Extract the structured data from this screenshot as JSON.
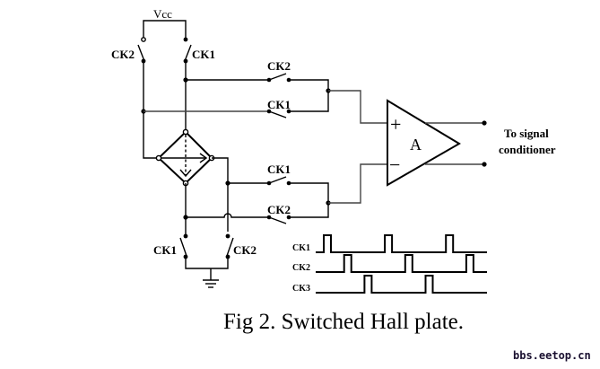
{
  "figure": {
    "caption": "Fig 2. Switched Hall plate.",
    "watermark": "bbs.eetop.cn"
  },
  "circuit": {
    "supply_label": "Vcc",
    "top_switches": [
      {
        "name": "CK2",
        "position": "left"
      },
      {
        "name": "CK1",
        "position": "right"
      }
    ],
    "bottom_switches": [
      {
        "name": "CK1",
        "position": "left"
      },
      {
        "name": "CK2",
        "position": "right"
      }
    ],
    "positive_input_switches": [
      {
        "name": "CK2"
      },
      {
        "name": "CK1"
      }
    ],
    "negative_input_switches": [
      {
        "name": "CK1"
      },
      {
        "name": "CK2"
      }
    ],
    "amplifier": {
      "label": "A",
      "plus_sign": "+",
      "minus_sign": "−"
    },
    "output_label_line1": "To signal",
    "output_label_line2": "conditioner",
    "hall_plate": "hall-plate-diamond",
    "ground": "ground-symbol"
  },
  "timing": {
    "signals": [
      {
        "name": "CK1",
        "pulses": [
          1,
          4,
          7
        ]
      },
      {
        "name": "CK2",
        "pulses": [
          2,
          5,
          8
        ]
      },
      {
        "name": "CK3",
        "pulses": [
          3,
          6
        ]
      }
    ],
    "period_slots": 9
  }
}
